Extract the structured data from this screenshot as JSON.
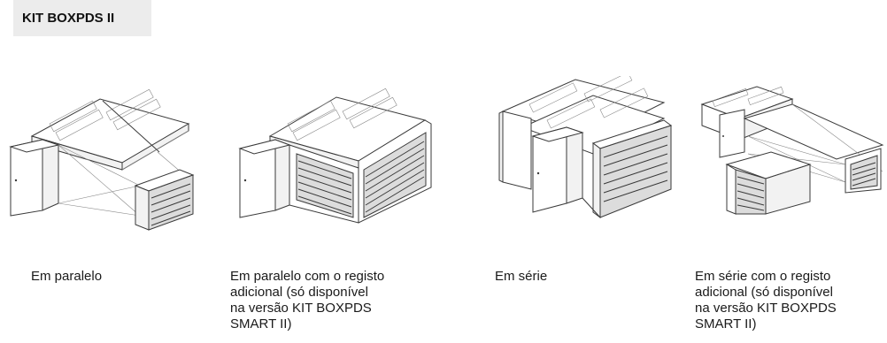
{
  "header": {
    "title": "KIT BOXPDS II"
  },
  "configurations": [
    {
      "lines": [
        "Em paralelo"
      ],
      "illustration": "parallel-installation-diagram"
    },
    {
      "lines": [
        "Em paralelo com o registo",
        "adicional (só disponível",
        "na versão KIT BOXPDS",
        "SMART II)"
      ],
      "illustration": "parallel-with-damper-diagram"
    },
    {
      "lines": [
        "Em série"
      ],
      "illustration": "series-installation-diagram"
    },
    {
      "lines": [
        "Em série com o registo",
        "adicional (só disponível",
        "na versão KIT BOXPDS",
        "SMART II)"
      ],
      "illustration": "series-with-damper-diagram"
    }
  ]
}
